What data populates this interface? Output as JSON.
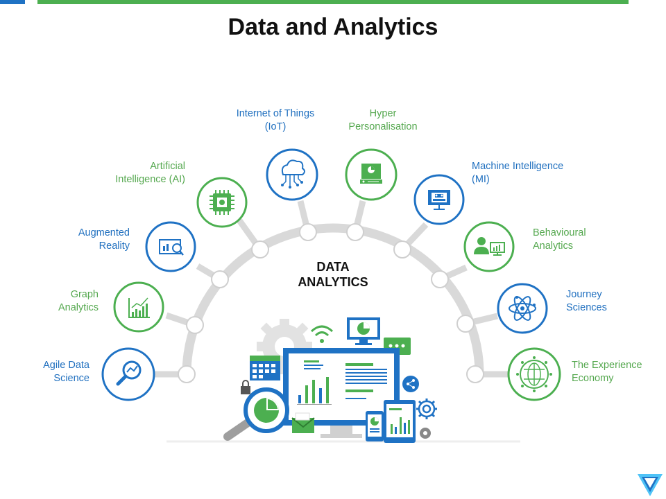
{
  "slide": {
    "title": "Data and Analytics",
    "center_label_line1": "DATA",
    "center_label_line2": "ANALYTICS"
  },
  "colors": {
    "blue": "#1f72c4",
    "green": "#4caf50",
    "arc_gray": "#d9d9d9"
  },
  "items": [
    {
      "key": "agile",
      "line1": "Agile Data",
      "line2": "Science",
      "icon": "magnifier-chart-icon",
      "color": "blue"
    },
    {
      "key": "graph",
      "line1": "Graph",
      "line2": "Analytics",
      "icon": "bar-chart-icon",
      "color": "green"
    },
    {
      "key": "ar",
      "line1": "Augmented",
      "line2": "Reality",
      "icon": "screen-search-icon",
      "color": "blue"
    },
    {
      "key": "ai",
      "line1": "Artificial",
      "line2": "Intelligence  (AI)",
      "icon": "chip-icon",
      "color": "green"
    },
    {
      "key": "iot",
      "line1": "Internet  of Things",
      "line2": "(IoT)",
      "icon": "cloud-network-icon",
      "color": "blue"
    },
    {
      "key": "hyper",
      "line1": "Hyper",
      "line2": "Personalisation",
      "icon": "server-icon",
      "color": "green"
    },
    {
      "key": "mi",
      "line1": "Machine Intelligence",
      "line2": "(MI)",
      "icon": "robot-icon",
      "color": "blue"
    },
    {
      "key": "behav",
      "line1": "Behavioural",
      "line2": "Analytics",
      "icon": "user-monitor-icon",
      "color": "green"
    },
    {
      "key": "journey",
      "line1": "Journey",
      "line2": "Sciences",
      "icon": "atom-icon",
      "color": "blue"
    },
    {
      "key": "experience",
      "line1": "The Experience",
      "line2": "Economy",
      "icon": "globe-icon",
      "color": "green"
    }
  ]
}
